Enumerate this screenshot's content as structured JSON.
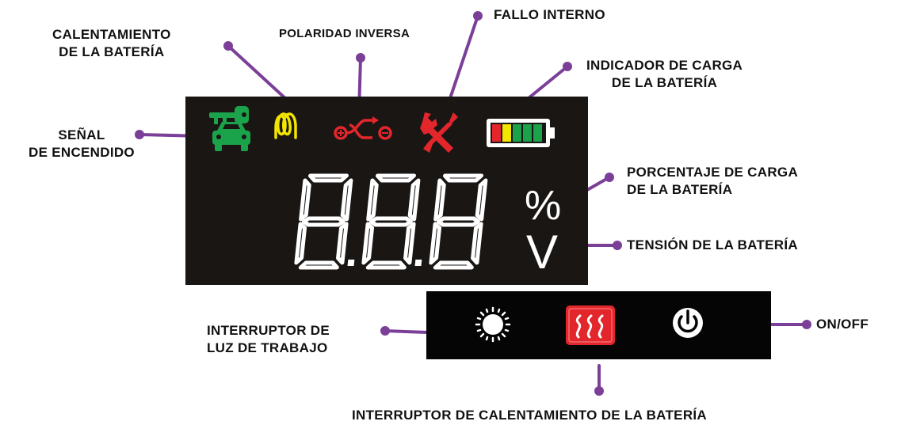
{
  "labels": {
    "calentamiento": [
      "CALENTAMIENTO",
      "DE LA BATERÍA"
    ],
    "polaridad": "POLARIDAD INVERSA",
    "fallo": "FALLO INTERNO",
    "indicador": [
      "INDICADOR DE CARGA",
      "DE LA BATERÍA"
    ],
    "senal": [
      "SEÑAL",
      "DE ENCENDIDO"
    ],
    "porcentaje": [
      "PORCENTAJE DE CARGA",
      "DE LA BATERÍA"
    ],
    "tension": "TENSIÓN DE LA BATERÍA",
    "interruptor_luz": [
      "INTERRUPTOR DE",
      "LUZ DE TRABAJO"
    ],
    "onoff": "ON/OFF",
    "interruptor_calentamiento": "INTERRUPTOR DE CALENTAMIENTO DE LA BATERÍA"
  },
  "display": {
    "digits": "8.8.8",
    "percent_unit": "%",
    "volt_unit": "V"
  },
  "icons": {
    "ignition": "key-car-icon",
    "heating": "heating-coil-icon",
    "polarity": "reverse-polarity-icon",
    "fault": "wrench-screwdriver-icon",
    "battery": "battery-level-icon",
    "work_light": "sun-icon",
    "battery_heat": "heater-icon",
    "power": "power-icon"
  },
  "colors": {
    "leader": "#7b3f98",
    "green": "#1aa34a",
    "yellow": "#f2e600",
    "red": "#e3262c",
    "lcd_bg": "#1a1614",
    "segment": "#ffffff"
  }
}
